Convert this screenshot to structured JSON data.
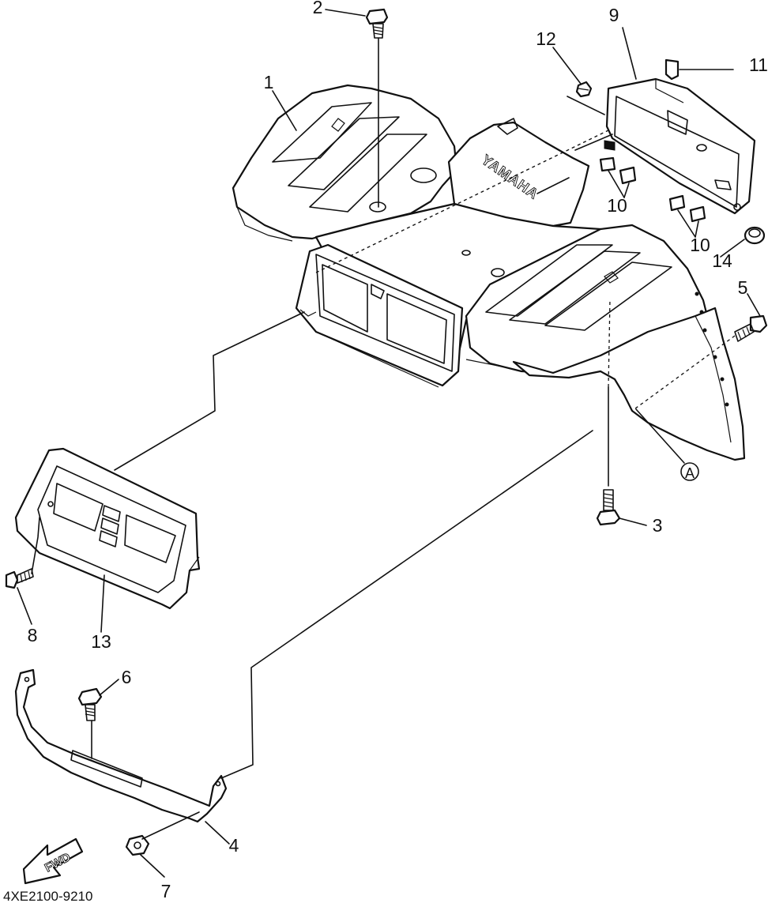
{
  "diagram": {
    "drawing_code": "4XE2100-9210",
    "brand_mark": "YAMAHA",
    "direction_arrow": "FWD",
    "reference_mark": "A",
    "callouts": [
      {
        "id": "1",
        "label": "1"
      },
      {
        "id": "2",
        "label": "2"
      },
      {
        "id": "3",
        "label": "3"
      },
      {
        "id": "4",
        "label": "4"
      },
      {
        "id": "5",
        "label": "5"
      },
      {
        "id": "6",
        "label": "6"
      },
      {
        "id": "7",
        "label": "7"
      },
      {
        "id": "8",
        "label": "8"
      },
      {
        "id": "9",
        "label": "9"
      },
      {
        "id": "10a",
        "label": "10"
      },
      {
        "id": "10b",
        "label": "10"
      },
      {
        "id": "11",
        "label": "11"
      },
      {
        "id": "12",
        "label": "12"
      },
      {
        "id": "13",
        "label": "13"
      },
      {
        "id": "14",
        "label": "14"
      }
    ]
  }
}
